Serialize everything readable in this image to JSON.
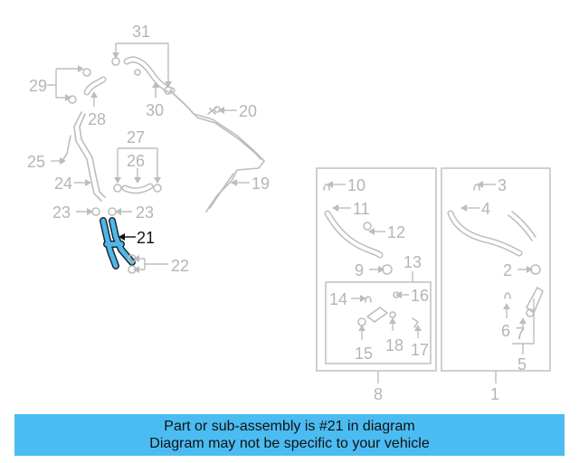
{
  "diagram": {
    "callouts": {
      "c1": "1",
      "c2": "2",
      "c3": "3",
      "c4": "4",
      "c5": "5",
      "c6": "6",
      "c7": "7",
      "c8": "8",
      "c9": "9",
      "c10": "10",
      "c11": "11",
      "c12": "12",
      "c13": "13",
      "c14": "14",
      "c15": "15",
      "c16": "16",
      "c17": "17",
      "c18": "18",
      "c19": "19",
      "c20": "20",
      "c21": "21",
      "c22": "22",
      "c23a": "23",
      "c23b": "23",
      "c24": "24",
      "c25": "25",
      "c26": "26",
      "c27": "27",
      "c28": "28",
      "c29": "29",
      "c30": "30",
      "c31": "31"
    },
    "highlighted_part": "21",
    "colors": {
      "highlight": "#4fb8e8",
      "parts": "#bdbdbd",
      "banner": "#4bbcf2"
    }
  },
  "banner": {
    "line1": "Part or sub-assembly is #21 in diagram",
    "line2": "Diagram may not be specific to your vehicle"
  }
}
